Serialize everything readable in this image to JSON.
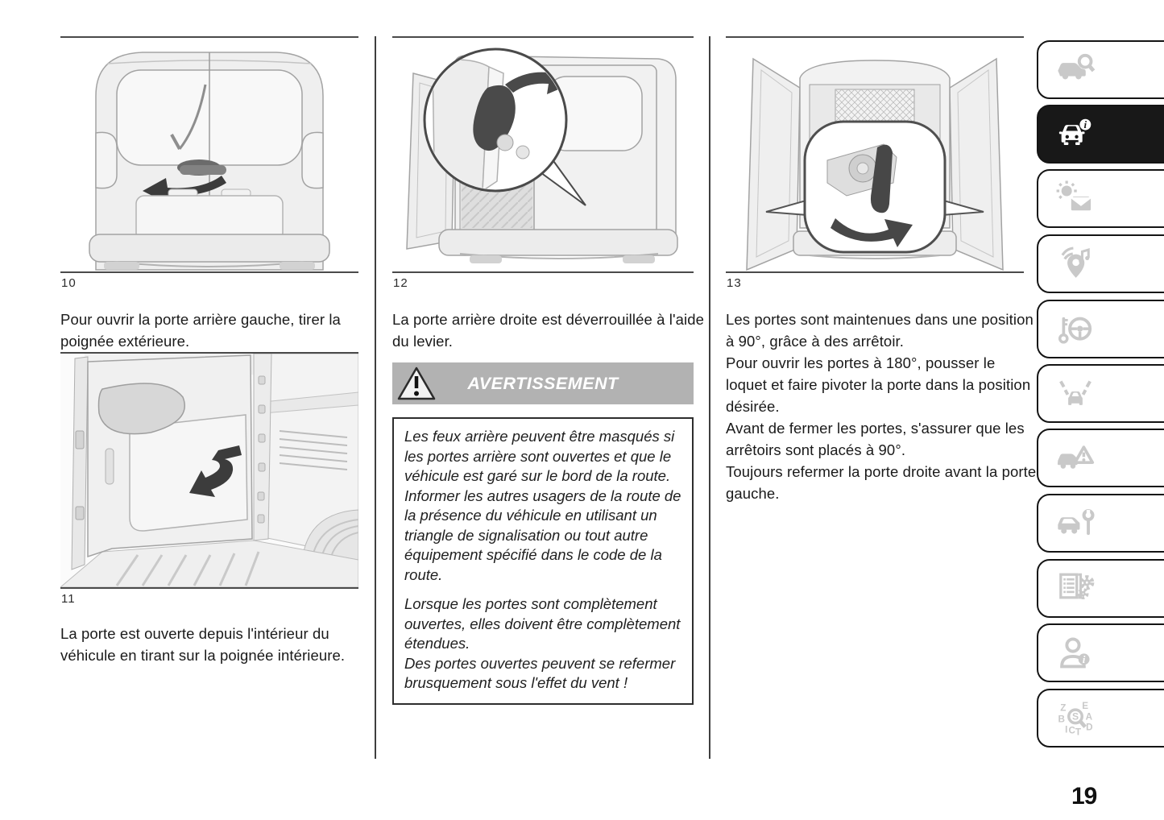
{
  "page": {
    "number": "19"
  },
  "figures": {
    "fig10": {
      "caption": "10"
    },
    "fig11": {
      "caption": "11"
    },
    "fig12": {
      "caption": "12"
    },
    "fig13": {
      "caption": "13"
    }
  },
  "column1": {
    "para1": "Pour ouvrir la porte arrière gauche, tirer la poignée extérieure.",
    "para2": "La porte est ouverte depuis l'intérieur du véhicule en tirant sur la poignée intérieure."
  },
  "column2": {
    "para1": "La porte arrière droite est déverrouillée à l'aide du levier.",
    "warning_title": "AVERTISSEMENT",
    "warning_para1": "Les feux arrière peuvent être masqués si les portes arrière sont ouvertes et que le véhicule est garé sur le bord de la route. Informer les autres usagers de la route de la présence du véhicule en utilisant un triangle de signalisation ou tout autre équipement spécifié dans le code de la route.",
    "warning_para2a": "Lorsque les portes sont complètement ouvertes, elles doivent être complètement étendues.",
    "warning_para2b": "Des portes ouvertes peuvent se refermer brusquement sous l'effet du vent !"
  },
  "column3": {
    "s1": "Les portes sont maintenues dans une position à 90°, grâce à des arrêtoir.",
    "s2": "Pour ouvrir les portes à 180°, pousser le loquet et faire pivoter la porte dans la position désirée.",
    "s3": "Avant de fermer les portes, s'assurer que les arrêtoirs sont placés à 90°.",
    "s4": "Toujours refermer la porte droite avant la porte gauche."
  },
  "sidebar": {
    "tabs": [
      {
        "icon": "car-magnifier-icon",
        "active": false
      },
      {
        "icon": "car-info-icon",
        "active": true
      },
      {
        "icon": "warning-light-envelope-icon",
        "active": false
      },
      {
        "icon": "navigation-music-icon",
        "active": false
      },
      {
        "icon": "key-steering-wheel-icon",
        "active": false
      },
      {
        "icon": "car-lane-icon",
        "active": false
      },
      {
        "icon": "car-warning-triangle-icon",
        "active": false
      },
      {
        "icon": "car-wrench-icon",
        "active": false
      },
      {
        "icon": "specs-gears-icon",
        "active": false
      },
      {
        "icon": "person-info-icon",
        "active": false
      },
      {
        "icon": "alphabetical-index-icon",
        "active": false
      }
    ]
  },
  "colors": {
    "banner_gray": "#b2b2b2",
    "active_tab_bg": "#181818",
    "inactive_icon_gray": "#c9c9c9",
    "text": "#1a1a1a"
  }
}
